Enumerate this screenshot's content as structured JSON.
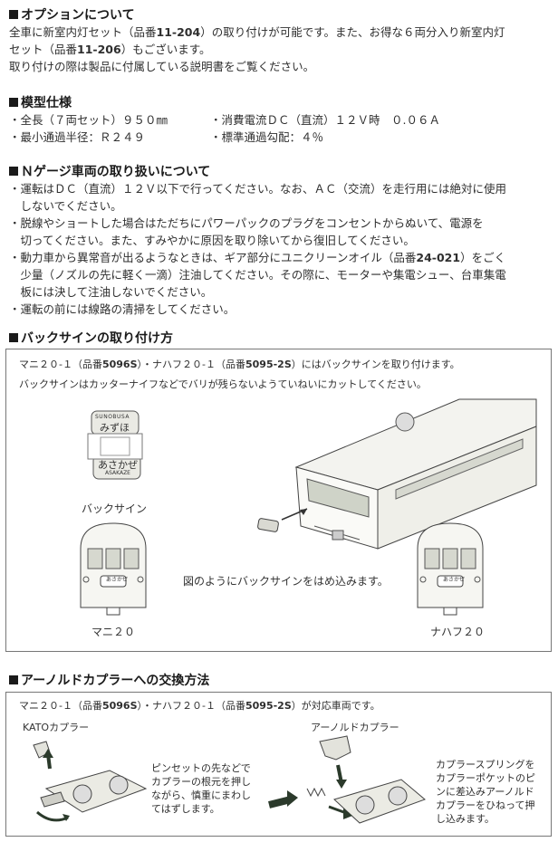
{
  "option": {
    "title": "オプションについて",
    "line1_a": "全車に新室内灯セット（品番",
    "line1_b": "11-204",
    "line1_c": "）の取り付けが可能です。また、お得な６両分入り新室内灯",
    "line2_a": "セット（品番",
    "line2_b": "11-206",
    "line2_c": "）もございます。",
    "line3": "取り付けの際は製品に付属している説明書をご覧ください。"
  },
  "spec": {
    "title": "模型仕様",
    "items": [
      "・全長（７両セット）９５０㎜",
      "・消費電流ＤＣ（直流）１２Ｖ時　０.０６Ａ",
      "・最小通過半径：Ｒ２４９",
      "・標準通過勾配：４％"
    ]
  },
  "handling": {
    "title": "Ｎゲージ車両の取り扱いについて",
    "lines": [
      "・運転はＤＣ（直流）１２Ｖ以下で行ってください。なお、ＡＣ（交流）を走行用には絶対に使用",
      "　しないでください。",
      "・脱線やショートした場合はただちにパワーパックのプラグをコンセントからぬいて、電源を",
      "　切ってください。また、すみやかに原因を取り除いてから復旧してください。",
      "・動力車から異常音が出るようなときは、ギア部分にユニクリーンオイル（品番",
      "　少量（ノズルの先に軽く一滴）注油してください。その際に、モーターや集電シュー、台車集電",
      "　板には決して注油しないでください。",
      "・運転の前には線路の清掃をしてください。"
    ],
    "oil_code": "24-021",
    "oil_tail": "）をごく"
  },
  "backsign": {
    "title": "バックサインの取り付け方",
    "line1_a": "マニ２０-１（品番",
    "line1_b": "5096S",
    "line1_c": "）・ナハフ２０-１（品番",
    "line1_d": "5095-2S",
    "line1_e": "）にはバックサインを取り付けます。",
    "line2": "バックサインはカッターナイフなどでバリが残らないようていねいにカットしてください。",
    "sign_top_small": "SUNOBUSA",
    "sign_top": "みずほ",
    "sign_bottom": "あさかぜ",
    "sign_bottom_small": "ASAKAZE",
    "sign_label": "バックサイン",
    "insert_note": "図のようにバックサインをはめ込みます。",
    "car_left_sign": "あさかぜ",
    "car_right_sign": "あさかぜ",
    "car_left": "マニ２０",
    "car_right": "ナハフ２０"
  },
  "coupler": {
    "title": "アーノルドカプラーへの交換方法",
    "line1_a": "マニ２０-１（品番",
    "line1_b": "5096S",
    "line1_c": "）・ナハフ２０-１（品番",
    "line1_d": "5095-2S",
    "line1_e": "）が対応車両です。",
    "kato_label": "KATOカプラー",
    "arnold_label": "アーノルドカプラー",
    "note_left": [
      "ピンセットの先などで",
      "カプラーの根元を押し",
      "ながら、慎重にまわし",
      "てはずします。"
    ],
    "note_right": [
      "カプラースプリングを",
      "カプラーポケットのピ",
      "ンに差込みアーノルド",
      "カプラーをひねって押",
      "し込みます。"
    ]
  },
  "colors": {
    "arrow_green": "#2b3a2b",
    "car_body": "#f2f2ee",
    "window": "#cfd3c8"
  }
}
